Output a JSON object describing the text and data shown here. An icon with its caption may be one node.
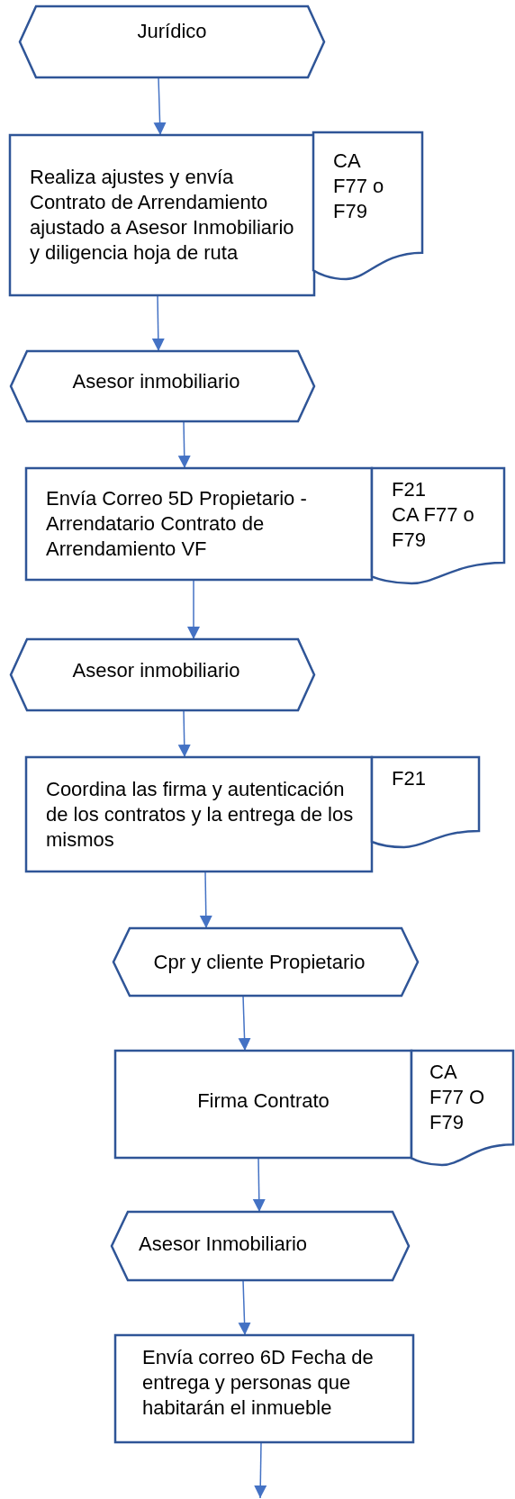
{
  "diagram": {
    "nodes": [
      {
        "text": [
          "Jurídico"
        ]
      },
      {
        "text": [
          "Realiza ajustes y envía Contrato de Arrendamiento ajustado a Asesor Inmobiliario y diligencia hoja de ruta"
        ]
      },
      {
        "text": [
          "CA F77 o F79"
        ]
      },
      {
        "text": [
          "Asesor inmobiliario"
        ]
      },
      {
        "text": [
          "Envía Correo 5D Propietario - Arrendatario Contrato de Arrendamiento VF"
        ]
      },
      {
        "text": [
          "F21",
          "CA F77 o F79"
        ]
      },
      {
        "text": [
          "Asesor inmobiliario"
        ]
      },
      {
        "text": [
          "Coordina las firma y autenticación de los contratos y la entrega de los mismos"
        ]
      },
      {
        "text": [
          "F21"
        ]
      },
      {
        "text": [
          "Cpr y cliente Propietario"
        ]
      },
      {
        "text": [
          "Firma Contrato"
        ]
      },
      {
        "text": [
          "CA F77 O F79"
        ]
      },
      {
        "text": [
          "Asesor Inmobiliario"
        ]
      },
      {
        "text": [
          "Envía correo 6D Fecha de entrega y personas que habitarán el inmueble"
        ]
      }
    ],
    "edges": [
      {
        "from": 0,
        "to": 1,
        "arrow": "to"
      },
      {
        "from": 1,
        "to": 3,
        "arrow": "to"
      },
      {
        "from": 3,
        "to": 4,
        "arrow": "to"
      },
      {
        "from": 4,
        "to": 6,
        "arrow": "to"
      },
      {
        "from": 6,
        "to": 7,
        "arrow": "to"
      },
      {
        "from": 7,
        "to": 9,
        "arrow": "to"
      },
      {
        "from": 9,
        "to": 10,
        "arrow": "to"
      },
      {
        "from": 10,
        "to": 12,
        "arrow": "to"
      },
      {
        "from": 12,
        "to": 13,
        "arrow": "to"
      },
      {
        "from": 13,
        "to": null,
        "arrow": "to"
      }
    ]
  }
}
